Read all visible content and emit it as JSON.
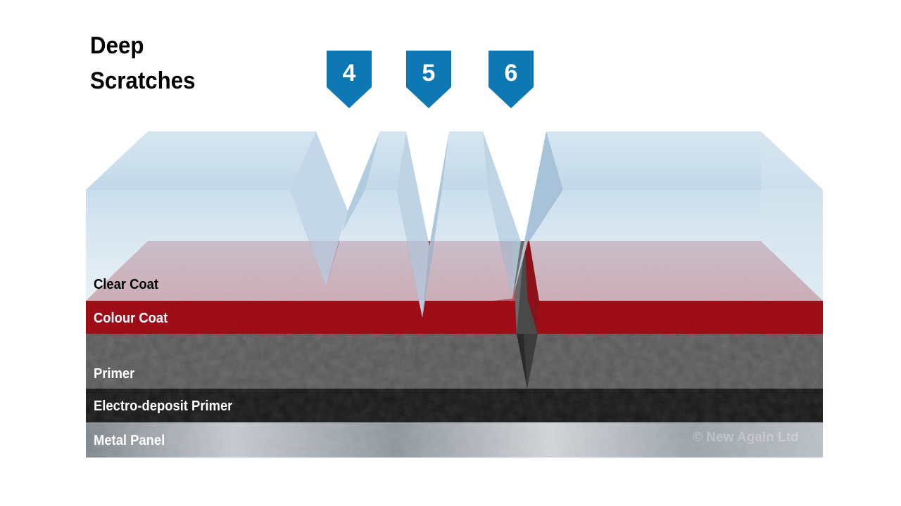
{
  "title": {
    "line1": "Deep",
    "line2": "Scratches"
  },
  "markers": [
    "4",
    "5",
    "6"
  ],
  "layers": {
    "clear_coat": "Clear Coat",
    "colour_coat": "Colour Coat",
    "primer": "Primer",
    "electro_deposit_primer": "Electro-deposit Primer",
    "metal_panel": "Metal Panel"
  },
  "watermark": "© New Again Ltd",
  "colors": {
    "marker": "#0d78b4",
    "colour_coat": "#b3101a",
    "primer": "#5a5a5a",
    "electro_primer": "#1c1c1c",
    "metal": "#a4aab0",
    "clear_coat": "#c9ddeb"
  }
}
